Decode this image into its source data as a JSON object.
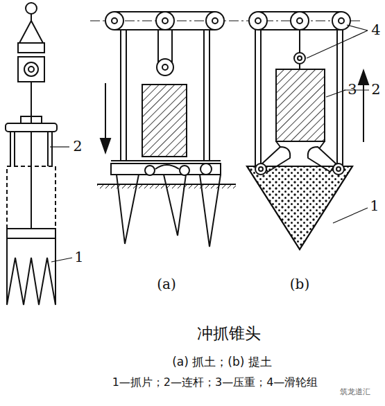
{
  "diagram": {
    "caption": "冲抓锥头",
    "labels": [
      "2",
      "1",
      "4",
      "3",
      "2",
      "1",
      "(a)",
      "(b)",
      "(a) 抓土；(b) 提土",
      "1—抓片；2—连杆；3—压重；4—滑轮组",
      "筑龙道汇"
    ]
  }
}
